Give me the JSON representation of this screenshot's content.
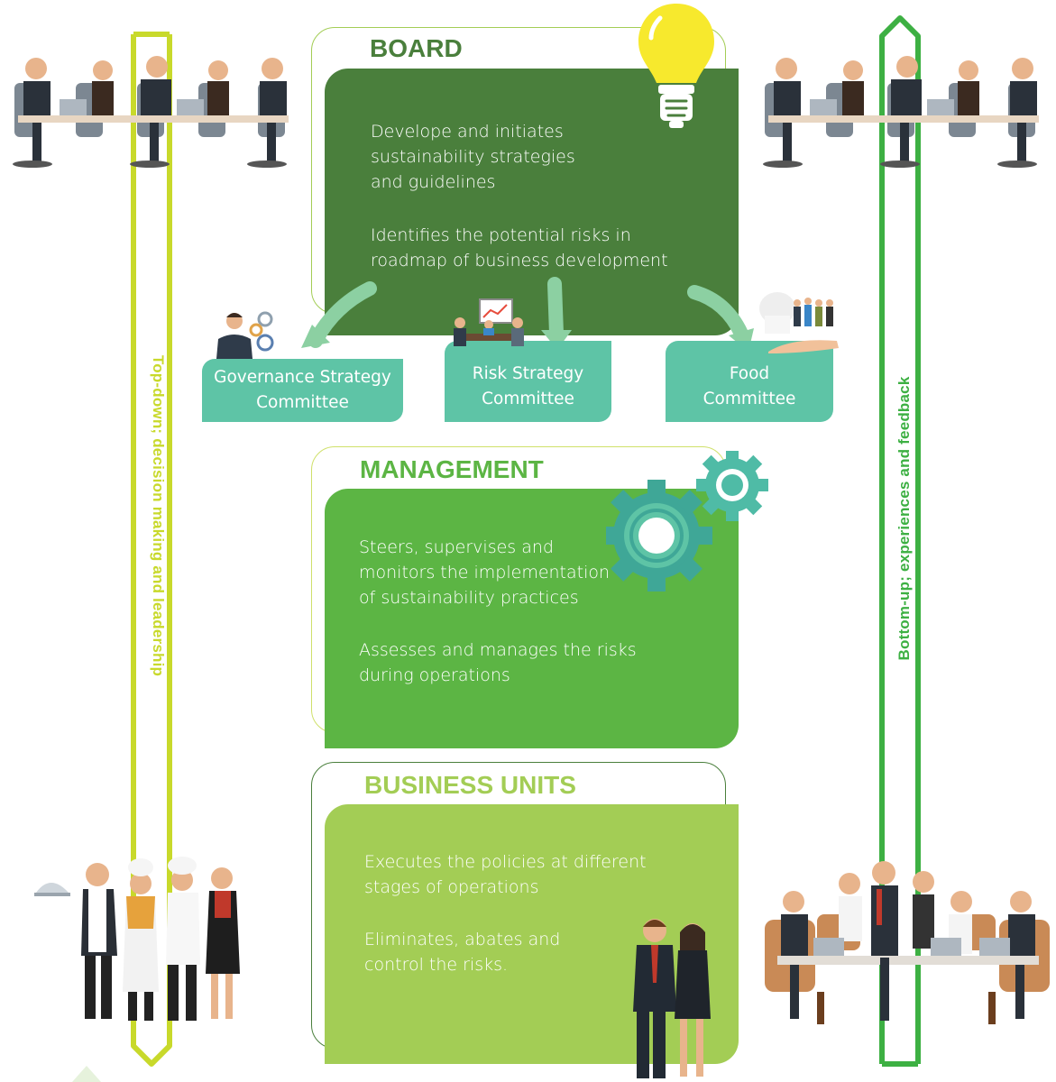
{
  "side_labels": {
    "left": "Top-down; decision making and leadership",
    "right": "Bottom-up; experiences and feedback"
  },
  "board": {
    "title": "BOARD",
    "para1": [
      "Develope and initiates",
      "sustainability strategies",
      "and guidelines"
    ],
    "para2": [
      "Identifies the potential risks in",
      "roadmap of business development"
    ]
  },
  "committees": [
    {
      "line1": "Governance Strategy",
      "line2": "Committee"
    },
    {
      "line1": "Risk Strategy",
      "line2": "Committee"
    },
    {
      "line1": "Food",
      "line2": "Committee"
    }
  ],
  "management": {
    "title": "MANAGEMENT",
    "para1": [
      "Steers, supervises and",
      "monitors the implementation",
      "of sustainability practices"
    ],
    "para2": [
      "Assesses and manages the risks",
      "during operations"
    ]
  },
  "business_units": {
    "title": "BUSINESS UNITS",
    "para1": [
      "Executes the policies at different",
      "stages of operations"
    ],
    "para2": [
      "Eliminates, abates and",
      "control the risks."
    ]
  },
  "colors": {
    "dark_green": "#4a7f3c",
    "mid_green": "#5cb544",
    "light_green": "#a3cd55",
    "teal": "#5ec4a6",
    "lime": "#c8d92b",
    "arrow_green": "#3db043"
  },
  "icons": {
    "lightbulb": "lightbulb-icon",
    "gears": "gears-icon",
    "meeting_left": "board-meeting-illustration",
    "meeting_right": "board-meeting-illustration",
    "staff": "service-staff-illustration",
    "office_team": "office-team-illustration",
    "business_pair": "business-pair-illustration"
  }
}
